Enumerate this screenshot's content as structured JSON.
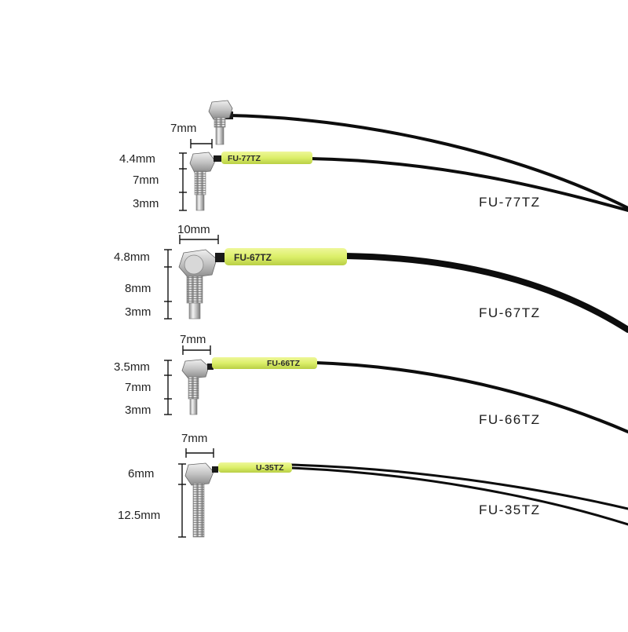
{
  "sensors": [
    {
      "model": "FU-77TZ",
      "tube_text": "FU-77TZ",
      "width_label": "7mm",
      "height_labels": [
        "4.4mm",
        "7mm",
        "3mm"
      ]
    },
    {
      "model": "FU-67TZ",
      "tube_text": "FU-67TZ",
      "width_label": "10mm",
      "height_labels": [
        "4.8mm",
        "8mm",
        "3mm"
      ]
    },
    {
      "model": "FU-66TZ",
      "tube_text": "FU-66TZ",
      "width_label": "7mm",
      "height_labels": [
        "3.5mm",
        "7mm",
        "3mm"
      ]
    },
    {
      "model": "FU-35TZ",
      "tube_text": "U-35TZ",
      "width_label": "7mm",
      "height_labels": [
        "6mm",
        "12.5mm"
      ]
    }
  ],
  "colors": {
    "background": "#ffffff",
    "cable": "#0d0d0d",
    "label_tube": "#dcf06a",
    "metal": "#c9c9c9"
  }
}
